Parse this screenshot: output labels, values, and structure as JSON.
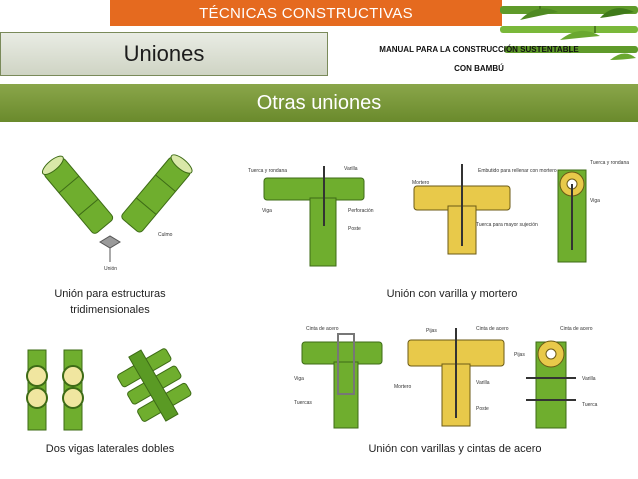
{
  "header": {
    "banner": "TÉCNICAS CONSTRUCTIVAS",
    "title": "Uniones",
    "manual_line1": "MANUAL PARA LA CONSTRUCCIÓN SUSTENTABLE",
    "manual_line2": "CON BAMBÚ",
    "section": "Otras uniones"
  },
  "figures": {
    "tridimensional": {
      "caption_line1": "Unión para estructuras",
      "caption_line2": "tridimensionales",
      "labels": {
        "culmo": "Culmo",
        "union": "Unión"
      }
    },
    "varilla_mortero": {
      "caption": "Unión con varilla y mortero",
      "labels": {
        "tuerca": "Tuerca y rondana",
        "varilla": "Varilla",
        "viga": "Viga",
        "perforacion": "Perforación",
        "poste": "Poste",
        "mortero": "Mortero",
        "embutido": "Embutido para rellenar con mortero",
        "tuerca_ajuste": "Tuerca para mayor sujeción"
      }
    },
    "vigas_dobles": {
      "caption": "Dos vigas laterales dobles"
    },
    "cintas_acero": {
      "caption": "Unión con varillas y cintas de acero",
      "labels": {
        "cinta": "Cinta de acero",
        "viga": "Viga",
        "tuercas": "Tuercas",
        "pijas": "Pijas",
        "mortero": "Mortero",
        "varilla": "Varilla",
        "poste": "Poste",
        "tuerca": "Tuerca"
      }
    }
  },
  "colors": {
    "banner": "#e56a1f",
    "section": "#7a9a3a",
    "bamboo": "#6fae2e",
    "fill": "#f0d24a"
  }
}
